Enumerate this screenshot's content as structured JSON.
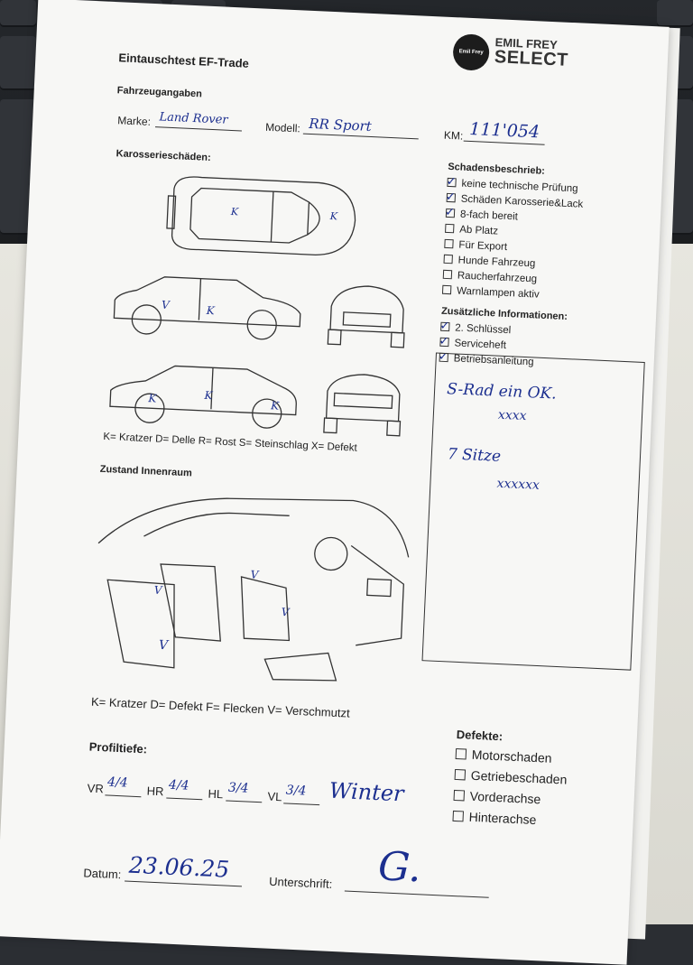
{
  "form": {
    "title": "Eintauschtest EF-Trade",
    "section_vehicle": "Fahrzeugangaben",
    "label_marke": "Marke:",
    "value_marke": "Land Rover",
    "label_modell": "Modell:",
    "value_modell": "RR Sport",
    "label_km": "KM:",
    "value_km": "111'054",
    "section_body": "Karosserieschäden:",
    "body_legend": "K= Kratzer D= Delle R= Rost S= Steinschlag X= Defekt",
    "section_interior": "Zustand Innenraum",
    "interior_legend": "K= Kratzer D= Defekt F= Flecken V= Verschmutzt",
    "section_profile": "Profiltiefe:",
    "profile": {
      "vr_label": "VR",
      "vr_value": "4/4",
      "hr_label": "HR",
      "hr_value": "4/4",
      "hl_label": "HL",
      "hl_value": "3/4",
      "vl_label": "VL",
      "vl_value": "3/4",
      "season": "Winter"
    },
    "date_label": "Datum:",
    "date_value": "23.06.25",
    "signature_label": "Unterschrift:",
    "signature_value": "G."
  },
  "logo": {
    "badge_text": "Emil Frey",
    "line1": "EMIL FREY",
    "line2": "SELECT"
  },
  "damage": {
    "title": "Schadensbeschrieb:",
    "items": [
      {
        "label": "keine technische Prüfung",
        "checked": true
      },
      {
        "label": "Schäden Karosserie&Lack",
        "checked": true
      },
      {
        "label": "8-fach bereit",
        "checked": true
      },
      {
        "label": "Ab Platz",
        "checked": false
      },
      {
        "label": "Für Export",
        "checked": false
      },
      {
        "label": "Hunde Fahrzeug",
        "checked": false
      },
      {
        "label": "Raucherfahrzeug",
        "checked": false
      },
      {
        "label": "Warnlampen aktiv",
        "checked": false
      }
    ]
  },
  "additional": {
    "title": "Zusätzliche Informationen:",
    "items": [
      {
        "label": "2. Schlüssel",
        "checked": true
      },
      {
        "label": "Serviceheft",
        "checked": true
      },
      {
        "label": "Betriebsanleitung",
        "checked": true
      }
    ]
  },
  "notes": {
    "line1": "S-Rad ein OK.",
    "line2": "xxxx",
    "line3": "7 Sitze",
    "line4": "xxxxxx"
  },
  "defects": {
    "title": "Defekte:",
    "items": [
      {
        "label": "Motorschaden",
        "checked": false
      },
      {
        "label": "Getriebeschaden",
        "checked": false
      },
      {
        "label": "Vorderachse",
        "checked": false
      },
      {
        "label": "Hinterachse",
        "checked": false
      }
    ]
  },
  "marks": {
    "car_top_1": "K",
    "car_top_2": "K",
    "car_side_1": "V",
    "car_side_2": "K",
    "car_side_3": "K",
    "car_side_4": "K",
    "car_side_5": "K",
    "interior_1": "V",
    "interior_2": "V",
    "interior_3": "V",
    "interior_4": "V"
  }
}
